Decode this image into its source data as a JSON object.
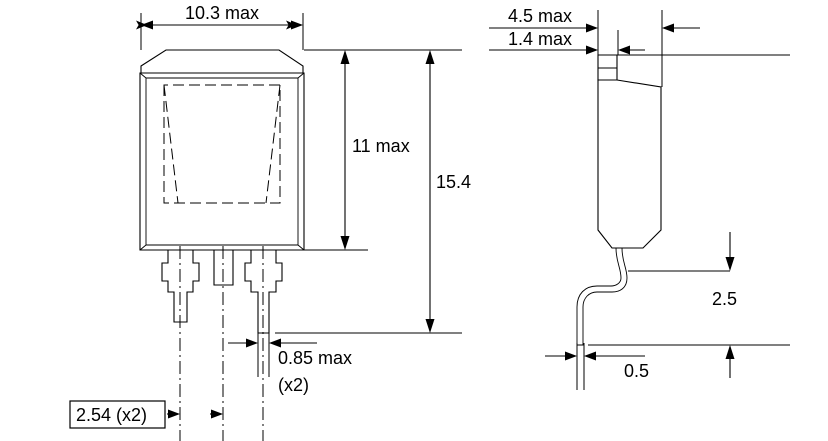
{
  "drawing": {
    "title": "Package outline dimensional drawing",
    "units_note": "",
    "line_color": "#000000",
    "background_color": "#ffffff"
  },
  "front_view": {
    "name": "front-view",
    "dimensions": {
      "width_overall": "10.3 max",
      "body_height": "11 max",
      "total_height": "15.4",
      "lead_width": "0.85 max",
      "lead_width_qty": "(x2)",
      "lead_pitch": "2.54 (x2)"
    }
  },
  "side_view": {
    "name": "side-view",
    "dimensions": {
      "tab_offset": "4.5 max",
      "body_thickness": "1.4 max",
      "standoff": "2.5",
      "lead_thickness": "0.5"
    }
  },
  "labels": [
    {
      "id": "width-overall",
      "text": "10.3 max"
    },
    {
      "id": "body-height",
      "text": "11 max"
    },
    {
      "id": "total-height",
      "text": "15.4"
    },
    {
      "id": "lead-width",
      "text": "0.85 max"
    },
    {
      "id": "lead-width-qty",
      "text": "(x2)"
    },
    {
      "id": "lead-pitch",
      "text": "2.54 (x2)"
    },
    {
      "id": "tab-offset",
      "text": "4.5 max"
    },
    {
      "id": "body-thickness",
      "text": "1.4 max"
    },
    {
      "id": "standoff",
      "text": "2.5"
    },
    {
      "id": "lead-thickness",
      "text": "0.5"
    }
  ]
}
